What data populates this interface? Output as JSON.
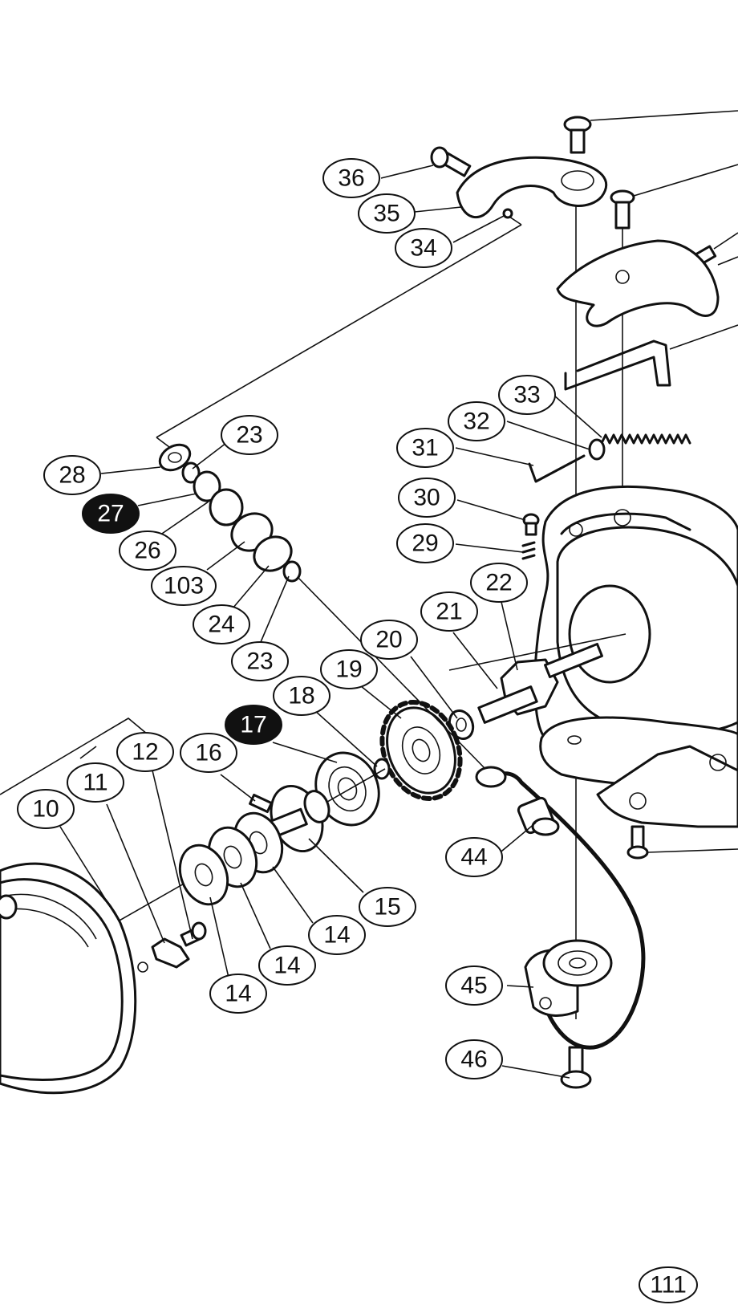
{
  "page_number": "111",
  "callouts": [
    {
      "id": "c36",
      "label": "36",
      "highlight": false
    },
    {
      "id": "c35",
      "label": "35",
      "highlight": false
    },
    {
      "id": "c34",
      "label": "34",
      "highlight": false
    },
    {
      "id": "c33",
      "label": "33",
      "highlight": false
    },
    {
      "id": "c32",
      "label": "32",
      "highlight": false
    },
    {
      "id": "c31",
      "label": "31",
      "highlight": false
    },
    {
      "id": "c30",
      "label": "30",
      "highlight": false
    },
    {
      "id": "c29",
      "label": "29",
      "highlight": false
    },
    {
      "id": "c28",
      "label": "28",
      "highlight": false
    },
    {
      "id": "c23a",
      "label": "23",
      "highlight": false
    },
    {
      "id": "c27",
      "label": "27",
      "highlight": true
    },
    {
      "id": "c26",
      "label": "26",
      "highlight": false
    },
    {
      "id": "c103",
      "label": "103",
      "highlight": false
    },
    {
      "id": "c24",
      "label": "24",
      "highlight": false
    },
    {
      "id": "c23b",
      "label": "23",
      "highlight": false
    },
    {
      "id": "c22",
      "label": "22",
      "highlight": false
    },
    {
      "id": "c21",
      "label": "21",
      "highlight": false
    },
    {
      "id": "c20",
      "label": "20",
      "highlight": false
    },
    {
      "id": "c19",
      "label": "19",
      "highlight": false
    },
    {
      "id": "c18",
      "label": "18",
      "highlight": false
    },
    {
      "id": "c17",
      "label": "17",
      "highlight": true
    },
    {
      "id": "c16",
      "label": "16",
      "highlight": false
    },
    {
      "id": "c12",
      "label": "12",
      "highlight": false
    },
    {
      "id": "c11",
      "label": "11",
      "highlight": false
    },
    {
      "id": "c10",
      "label": "10",
      "highlight": false
    },
    {
      "id": "c44",
      "label": "44",
      "highlight": false
    },
    {
      "id": "c15",
      "label": "15",
      "highlight": false
    },
    {
      "id": "c14a",
      "label": "14",
      "highlight": false
    },
    {
      "id": "c14b",
      "label": "14",
      "highlight": false
    },
    {
      "id": "c14c",
      "label": "14",
      "highlight": false
    },
    {
      "id": "c45",
      "label": "45",
      "highlight": false
    },
    {
      "id": "c46",
      "label": "46",
      "highlight": false
    }
  ]
}
